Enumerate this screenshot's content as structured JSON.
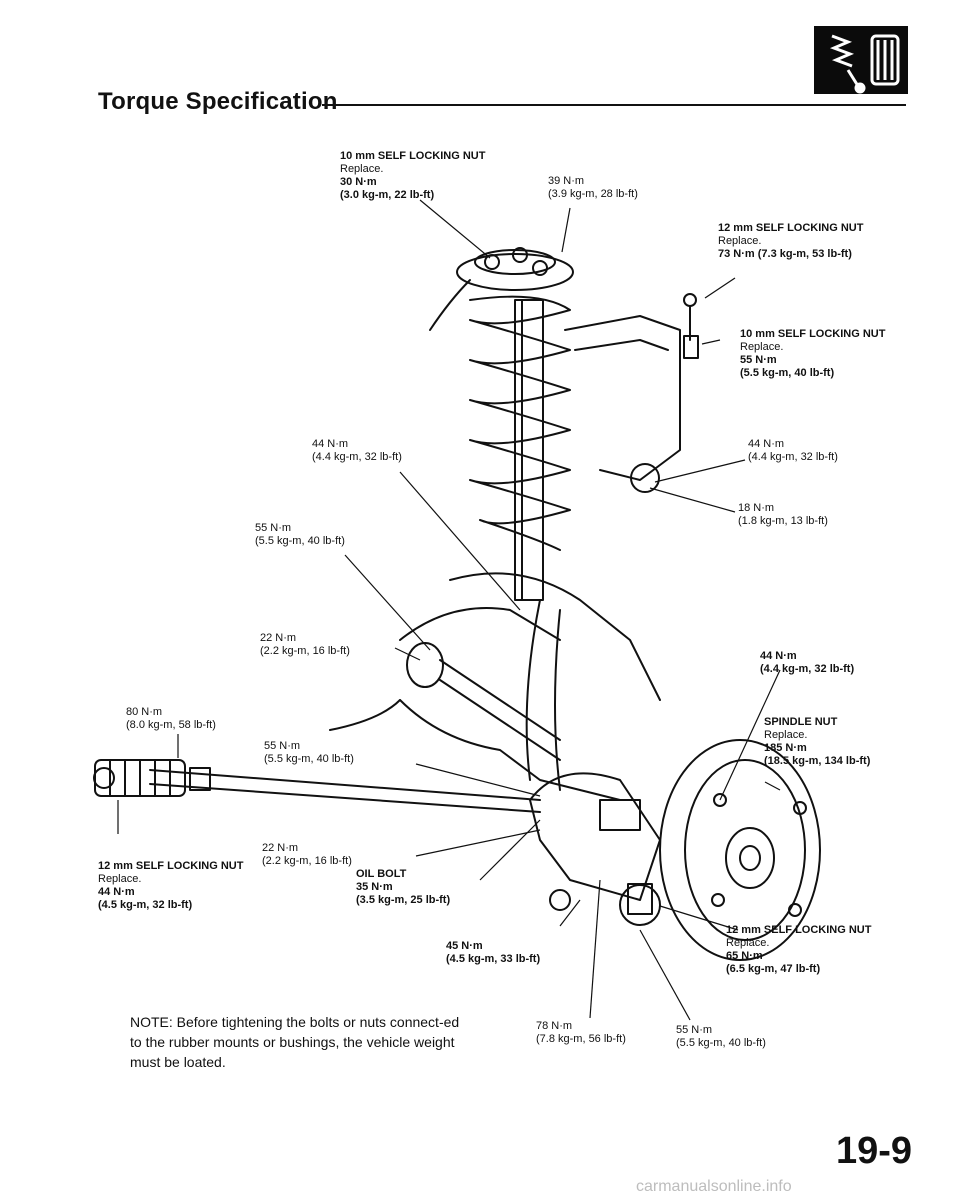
{
  "page": {
    "title": "Torque Specification",
    "page_number": "19-9",
    "watermark": "carmanualsonline.info",
    "note": "NOTE:  Before tightening the bolts or nuts connect-ed to the rubber mounts or bushings, the vehicle weight must be loated."
  },
  "icon": {
    "name": "shock-absorber-icon",
    "bg": "#0b0b0b",
    "fg": "#ffffff"
  },
  "callouts": {
    "c1": {
      "title": "10 mm SELF LOCKING NUT",
      "action": "Replace.",
      "nm": "30 N·m",
      "alt": "(3.0 kg-m, 22 lb-ft)"
    },
    "c2": {
      "nm": "39 N·m",
      "alt": "(3.9 kg-m, 28 lb-ft)"
    },
    "c3": {
      "title": "12 mm SELF LOCKING NUT",
      "action": "Replace.",
      "nm": "73 N·m (7.3 kg-m, 53 lb-ft)"
    },
    "c4": {
      "title": "10 mm SELF LOCKING NUT",
      "action": "Replace.",
      "nm": "55 N·m",
      "alt": "(5.5 kg-m, 40 lb-ft)"
    },
    "c5": {
      "nm": "44 N·m",
      "alt": "(4.4 kg-m, 32 lb-ft)"
    },
    "c6": {
      "nm": "44 N·m",
      "alt": "(4.4 kg-m, 32 lb-ft)"
    },
    "c7": {
      "nm": "18 N·m",
      "alt": "(1.8 kg-m, 13 lb-ft)"
    },
    "c8": {
      "nm": "55 N·m",
      "alt": "(5.5 kg-m, 40 lb-ft)"
    },
    "c9": {
      "nm": "22 N·m",
      "alt": "(2.2 kg-m, 16 lb-ft)"
    },
    "c10": {
      "nm": "44 N·m",
      "alt": "(4.4 kg-m, 32 lb-ft)"
    },
    "c11": {
      "title": "SPINDLE NUT",
      "action": "Replace.",
      "nm": "185 N·m",
      "alt": "(18.5 kg-m, 134 lb-ft)"
    },
    "c12": {
      "nm": "80 N·m",
      "alt": "(8.0 kg-m, 58 lb-ft)"
    },
    "c13": {
      "nm": "55 N·m",
      "alt": "(5.5 kg-m, 40 lb-ft)"
    },
    "c14": {
      "nm": "22 N·m",
      "alt": "(2.2 kg-m, 16 lb-ft)"
    },
    "c15": {
      "title": "OIL BOLT",
      "nm": "35 N·m",
      "alt": "(3.5 kg-m, 25 lb-ft)"
    },
    "c16": {
      "title": "12 mm SELF LOCKING NUT",
      "action": "Replace.",
      "nm": "44 N·m",
      "alt": "(4.5 kg-m, 32 lb-ft)"
    },
    "c17": {
      "nm": "45 N·m",
      "alt": "(4.5 kg-m, 33 lb-ft)"
    },
    "c18": {
      "title": "12 mm SELF LOCKING NUT",
      "action": "Replace.",
      "nm": "65 N·m",
      "alt": "(6.5 kg-m, 47 lb-ft)"
    },
    "c19": {
      "nm": "78 N·m",
      "alt": "(7.8 kg-m, 56 lb-ft)"
    },
    "c20": {
      "nm": "55 N·m",
      "alt": "(5.5 kg-m, 40 lb-ft)"
    }
  }
}
